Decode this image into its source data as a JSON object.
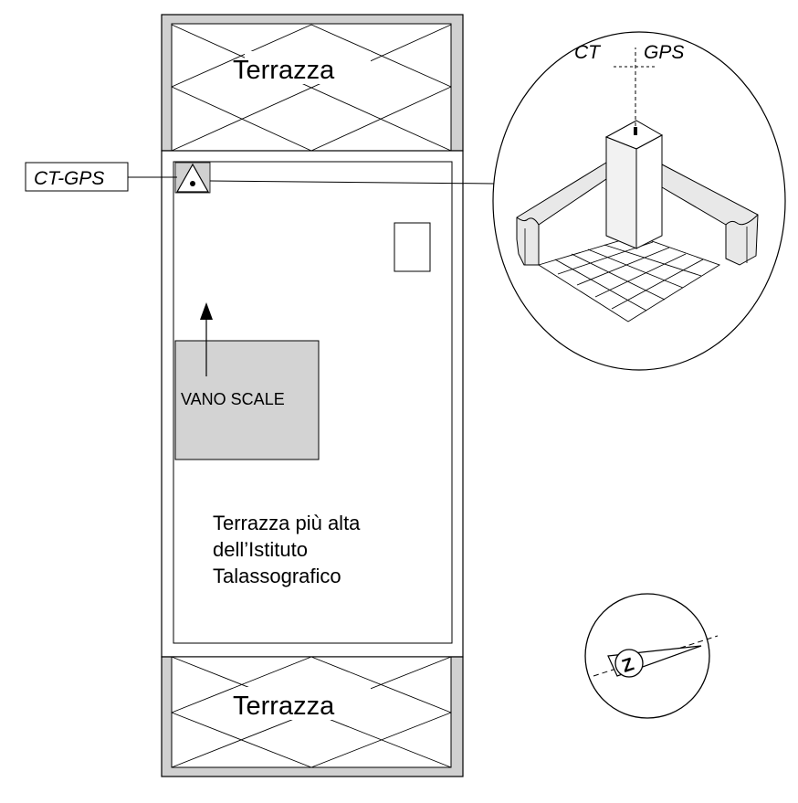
{
  "labels": {
    "terrace_top": "Terrazza",
    "terrace_bottom": "Terrazza",
    "ct_gps_box": "CT-GPS",
    "vano_scale": "VANO  SCALE",
    "main_terrace_lines": [
      "Terrazza più  alta",
      "dell’Istituto",
      "Talassografico"
    ],
    "detail_ct": "CT",
    "detail_gps": "GPS",
    "compass_letter": "Z"
  },
  "icons": {
    "marker": "gps-triangle-marker-icon",
    "compass": "north-compass-icon",
    "arrow": "up-arrow-icon",
    "pillar": "gps-pillar-detail-icon"
  },
  "colors": {
    "stroke": "#000000",
    "wall": "#d0d0d0",
    "stair": "#d3d3d3",
    "pillar_side": "#f2f2f2"
  }
}
